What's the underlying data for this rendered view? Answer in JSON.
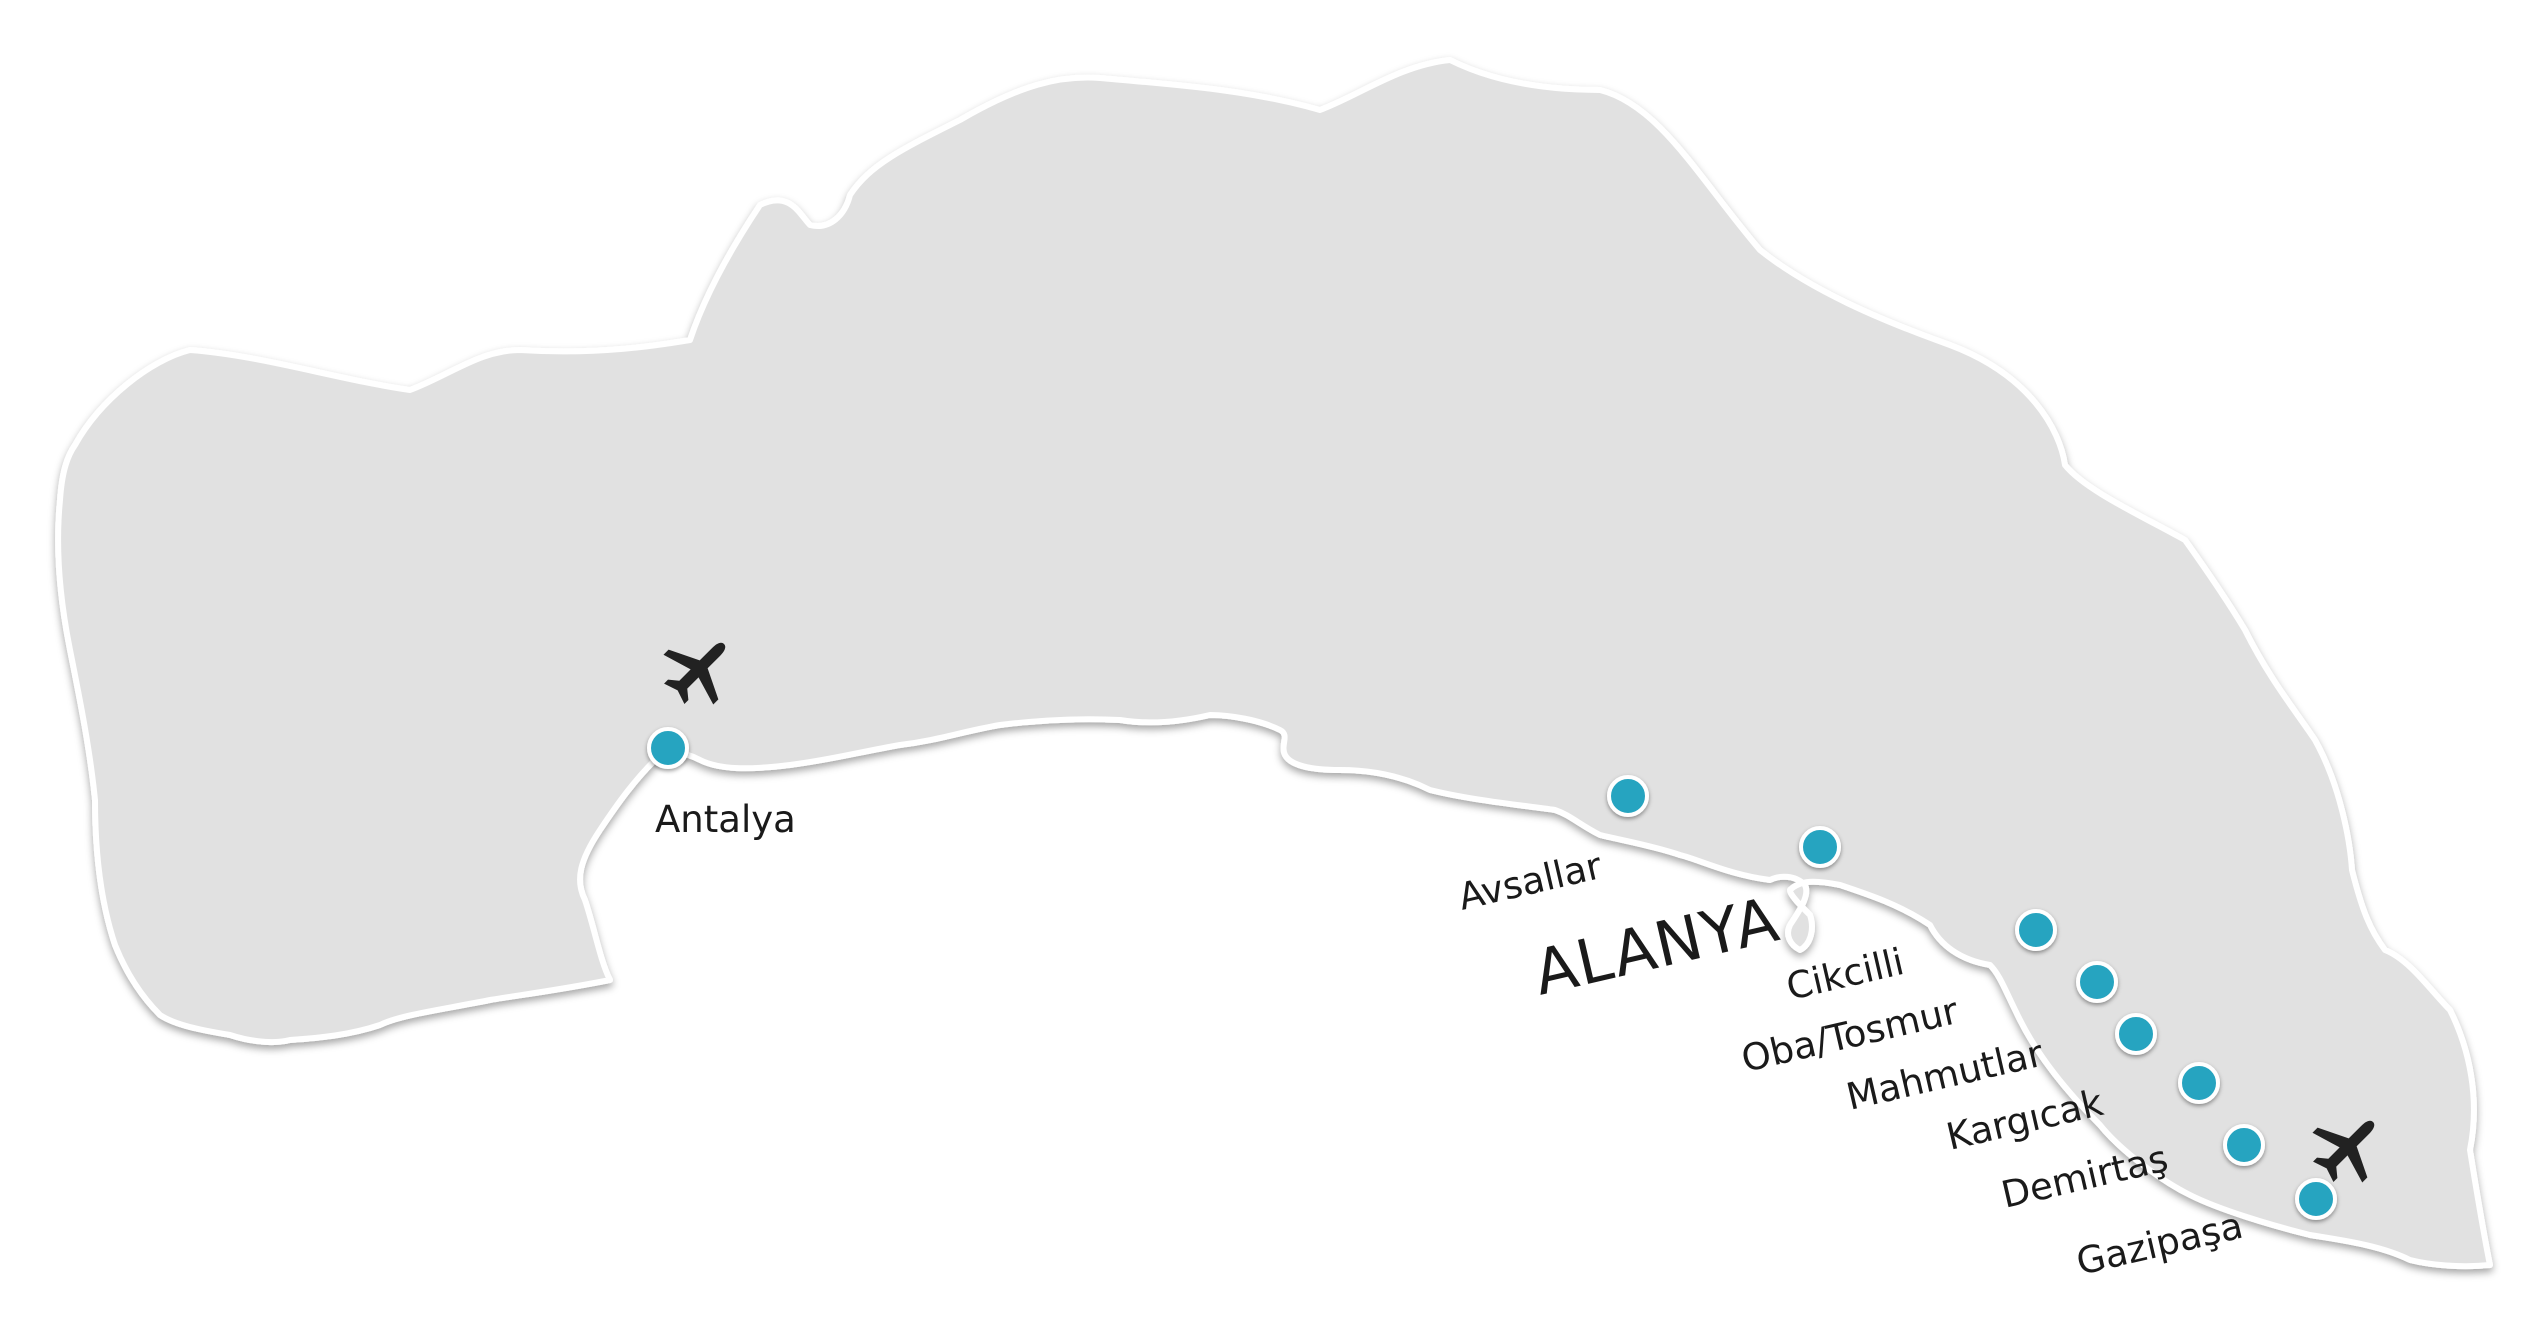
{
  "map": {
    "land_color": "#e1e1e1",
    "land_stroke": "#ffffff",
    "marker_color": "#27a4c0",
    "marker_stroke": "#ffffff",
    "icon_color": "#222222",
    "main_city": "ALANYA",
    "airports": [
      {
        "name": "Antalya",
        "icon": "airplane-icon"
      },
      {
        "name": "Gazipaşa",
        "icon": "airplane-icon"
      }
    ],
    "places": [
      {
        "id": "antalya",
        "name": "Antalya"
      },
      {
        "id": "avsallar",
        "name": "Avsallar"
      },
      {
        "id": "cikcilli",
        "name": "Cikcilli"
      },
      {
        "id": "oba-tosmur",
        "name": "Oba/Tosmur"
      },
      {
        "id": "mahmutlar",
        "name": "Mahmutlar"
      },
      {
        "id": "kargicak",
        "name": "Kargıcak"
      },
      {
        "id": "demirtas",
        "name": "Demirtaş"
      },
      {
        "id": "gazipasa",
        "name": "Gazipaşa"
      }
    ]
  }
}
